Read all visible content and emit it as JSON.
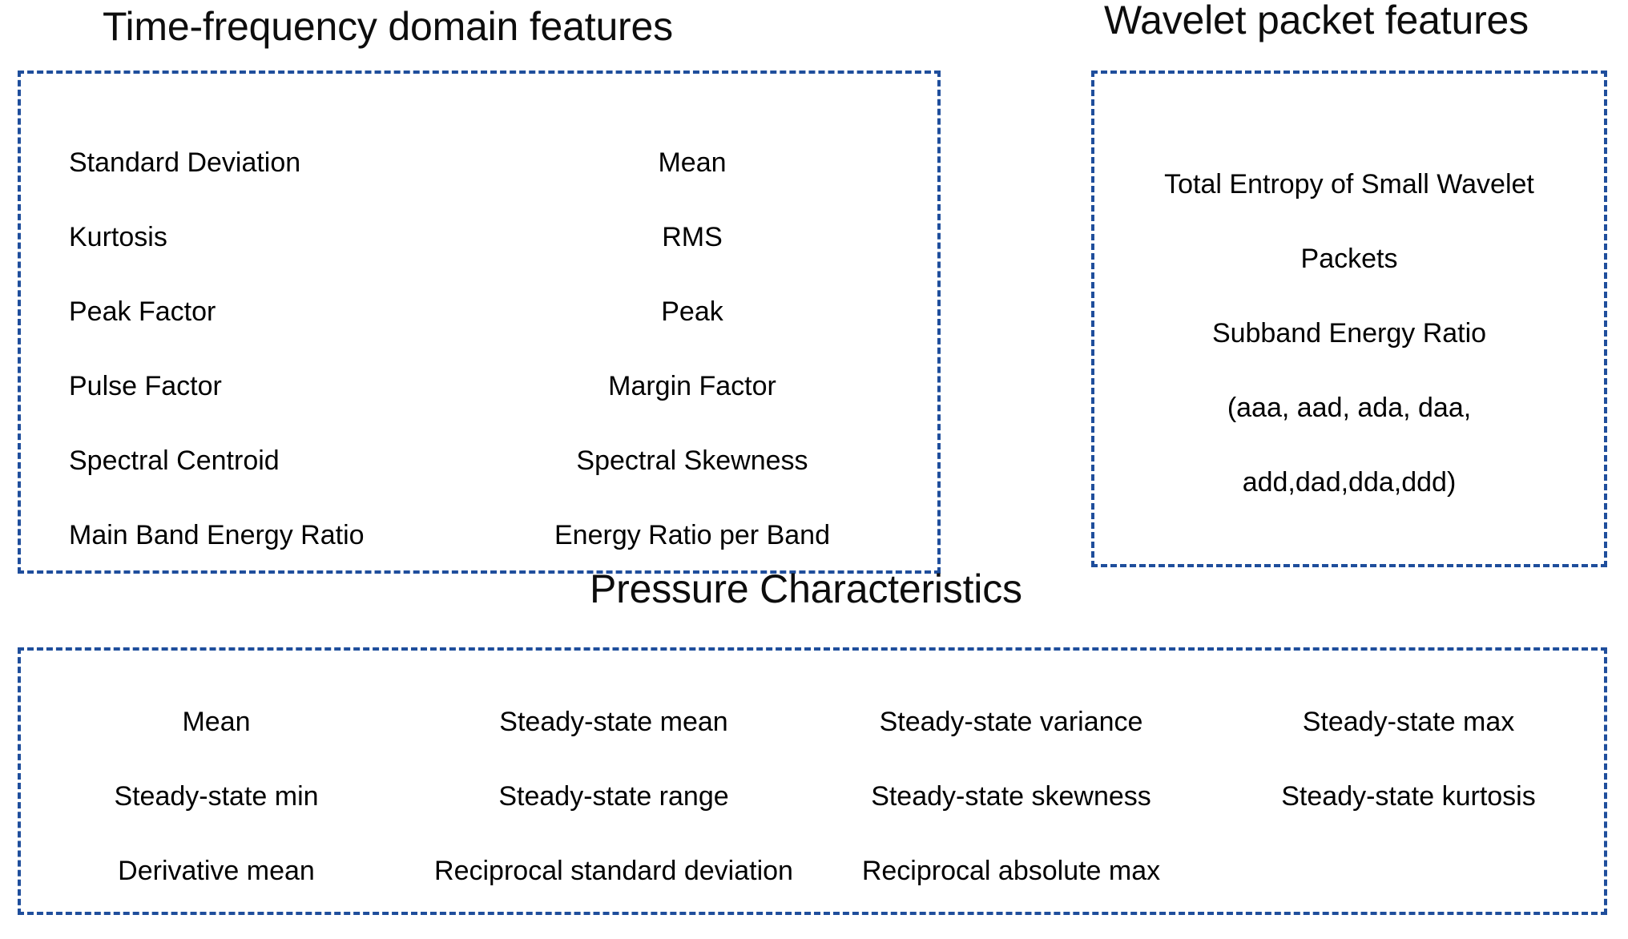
{
  "groups": {
    "time_frequency": {
      "title": "Time-frequency domain features",
      "columns": [
        {
          "name": "left",
          "items": [
            "Standard Deviation",
            "Kurtosis",
            "Peak Factor",
            "Pulse Factor",
            "Spectral Centroid",
            "Main Band Energy Ratio"
          ]
        },
        {
          "name": "right",
          "items": [
            "Mean",
            "RMS",
            "Peak",
            "Margin Factor",
            "Spectral Skewness",
            "Energy Ratio per Band"
          ]
        }
      ],
      "rows": [
        {
          "left": "Standard Deviation",
          "right": "Mean"
        },
        {
          "left": "Kurtosis",
          "right": "RMS"
        },
        {
          "left": "Peak Factor",
          "right": "Peak"
        },
        {
          "left": "Pulse Factor",
          "right": "Margin Factor"
        },
        {
          "left": "Spectral Centroid",
          "right": "Spectral Skewness"
        },
        {
          "left": "Main Band Energy Ratio",
          "right": "Energy Ratio per Band"
        }
      ]
    },
    "wavelet_packet": {
      "title": "Wavelet packet features",
      "lines": [
        "Total Entropy of Small Wavelet",
        "Packets",
        "Subband Energy Ratio",
        "(aaa, aad, ada, daa,",
        "add,dad,dda,ddd)"
      ]
    },
    "pressure": {
      "title": "Pressure Characteristics",
      "rows": [
        [
          "Mean",
          "Steady-state mean",
          "Steady-state variance",
          "Steady-state max"
        ],
        [
          "Steady-state min",
          "Steady-state range",
          "Steady-state skewness",
          "Steady-state kurtosis"
        ],
        [
          "Derivative mean",
          "Reciprocal standard deviation",
          "Reciprocal absolute max",
          ""
        ]
      ]
    }
  },
  "style": {
    "border_color": "#1f4e9c",
    "text_color": "#000000",
    "background_color": "#ffffff"
  }
}
